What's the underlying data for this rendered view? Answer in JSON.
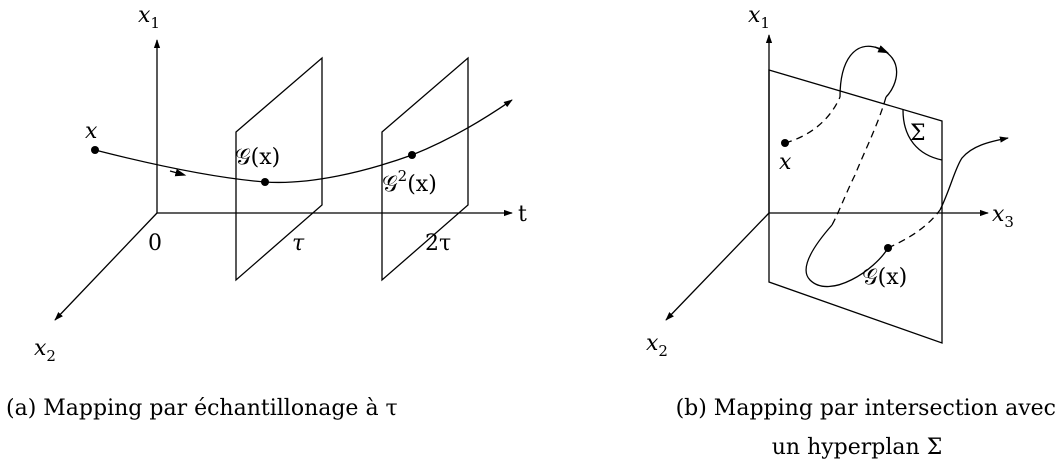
{
  "figure_a": {
    "axis_x1": "x",
    "axis_x1_sub": "1",
    "axis_x2": "x",
    "axis_x2_sub": "2",
    "axis_t": "t",
    "origin": "0",
    "tick_tau": "τ",
    "tick_2tau": "2τ",
    "point_x": "x",
    "point_g": "𝒢(x)",
    "point_g2_base": "𝒢",
    "point_g2_sup": "2",
    "point_g2_arg": "(x)",
    "caption": "(a) Mapping par échantillonage à τ"
  },
  "figure_b": {
    "axis_x1": "x",
    "axis_x1_sub": "1",
    "axis_x2": "x",
    "axis_x2_sub": "2",
    "axis_x3": "x",
    "axis_x3_sub": "3",
    "plane_label": "Σ",
    "point_x": "x",
    "point_g": "𝒢(x)",
    "caption_line1": "(b) Mapping par intersection avec",
    "caption_line2": "un hyperplan Σ"
  }
}
